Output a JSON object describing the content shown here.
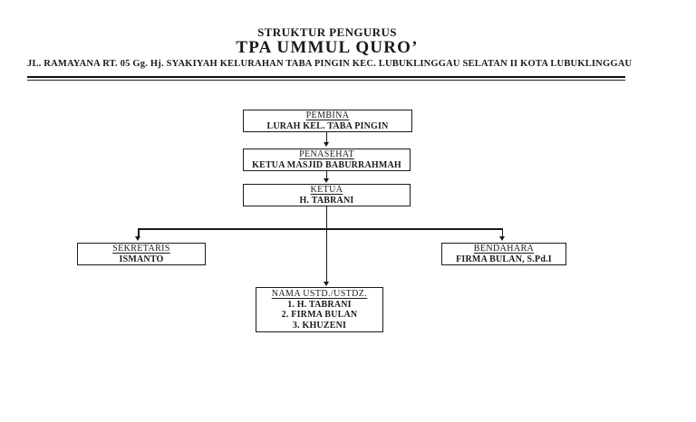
{
  "header": {
    "title_main": "STRUKTUR PENGURUS",
    "title_sub": "TPA UMMUL QURO’",
    "address": "JL. RAMAYANA RT. 05 Gg. Hj. SYAKIYAH KELURAHAN TABA PINGIN KEC. LUBUKLINGGAU SELATAN II KOTA LUBUKLINGGAU"
  },
  "org_chart": {
    "pembina": {
      "role": "PEMBINA",
      "name": "LURAH KEL. TABA PINGIN"
    },
    "penasehat": {
      "role": "PENASEHAT",
      "name": "KETUA MASJID BABURRAHMAH"
    },
    "ketua": {
      "role": "KETUA",
      "name": "H. TABRANI"
    },
    "sekretaris": {
      "role": "SEKRETARIS",
      "name": "ISMANTO"
    },
    "bendahara": {
      "role": "BENDAHARA",
      "name": "FIRMA BULAN, S.Pd.I"
    },
    "ustadz": {
      "role": "NAMA USTD./USTDZ.",
      "members": [
        "1.  H. TABRANI",
        "2.  FIRMA BULAN",
        "3.  KHUZENI"
      ]
    }
  },
  "colors": {
    "ink": "#1a1a1a",
    "background": "#ffffff"
  }
}
